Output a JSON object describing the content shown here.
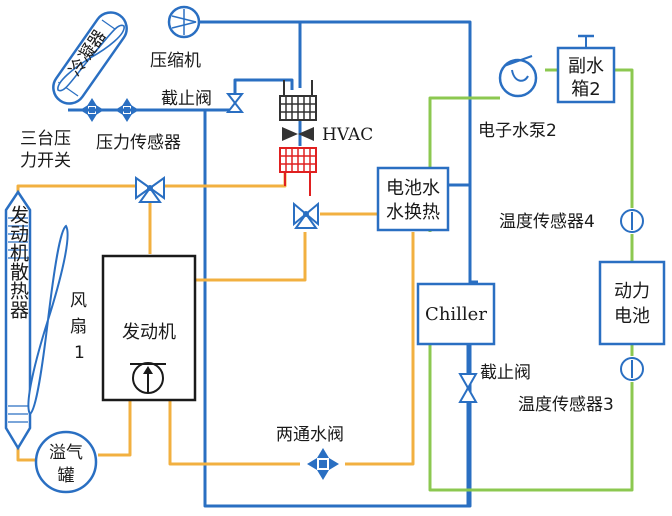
{
  "labels": {
    "condenser": "冷凝器",
    "compressor": "压缩机",
    "shutoff_valve_top": "截止阀",
    "three_stage_switch_line1": "三台压",
    "three_stage_switch_line2": "力开关",
    "pressure_sensor": "压力传感器",
    "hvac": "HVAC",
    "battery_hx_line1": "电池水",
    "battery_hx_line2": "水换热",
    "electric_pump2": "电子水泵2",
    "aux_tank_line1": "副水",
    "aux_tank_line2": "箱2",
    "temp_sensor4": "温度传感器4",
    "power_battery_line1": "动力",
    "power_battery_line2": "电池",
    "chiller": "Chiller",
    "shutoff_valve_bottom": "截止阀",
    "temp_sensor3": "温度传感器3",
    "engine_radiator": "发动机散热器",
    "fan1_line1": "风",
    "fan1_line2": "扇",
    "fan1_line3": "1",
    "engine": "发动机",
    "overflow_tank_line1": "溢气",
    "overflow_tank_line2": "罐",
    "two_way_valve": "两通水阀"
  },
  "colors": {
    "refrigerant_line": "#2a6fc2",
    "engine_coolant_line": "#f2b040",
    "battery_coolant_line": "#8cc850",
    "component_outline": "#2a6fc2",
    "hvac_cold": "#333333",
    "hvac_hot": "#e02020",
    "text": "#1a1a1a"
  }
}
